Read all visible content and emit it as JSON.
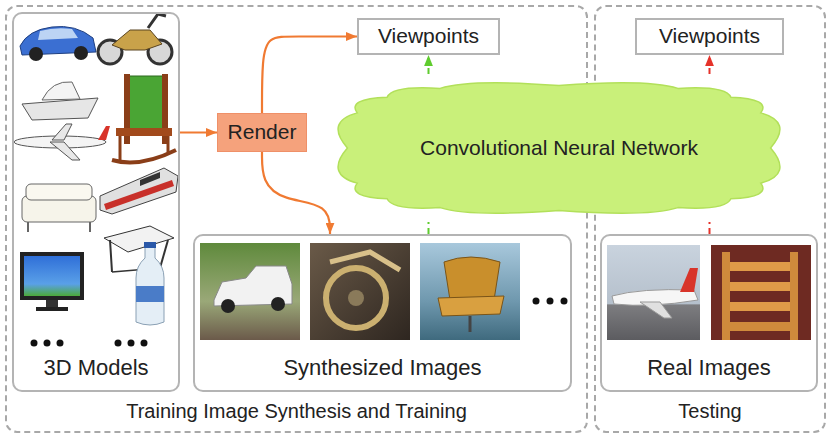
{
  "diagram": {
    "nodes": [
      {
        "text": [
          "Training Image Synthesis and Training"
        ]
      },
      {
        "text": [
          "3D Models"
        ],
        "in": 0
      },
      {
        "text": [
          "Render"
        ],
        "in": 0
      },
      {
        "text": [
          "Viewpoints"
        ],
        "in": 0
      },
      {
        "text": [
          "Synthesized Images"
        ],
        "in": 0
      },
      {
        "text": [
          "Convolutional Neural Network"
        ]
      },
      {
        "text": [
          "Testing"
        ]
      },
      {
        "text": [
          "Viewpoints"
        ],
        "in": 6
      },
      {
        "text": [
          "Real Images"
        ],
        "in": 6
      }
    ],
    "edges": [
      {
        "from": 1,
        "to": 2,
        "arrow": "to"
      },
      {
        "from": 2,
        "to": 3,
        "arrow": "to"
      },
      {
        "from": 2,
        "to": 4,
        "arrow": "to"
      },
      {
        "from": 4,
        "to": 5,
        "arrow": "none"
      },
      {
        "from": 5,
        "to": 3,
        "arrow": "to"
      },
      {
        "from": 8,
        "to": 5,
        "arrow": "none"
      },
      {
        "from": 5,
        "to": 7,
        "arrow": "to"
      }
    ]
  }
}
